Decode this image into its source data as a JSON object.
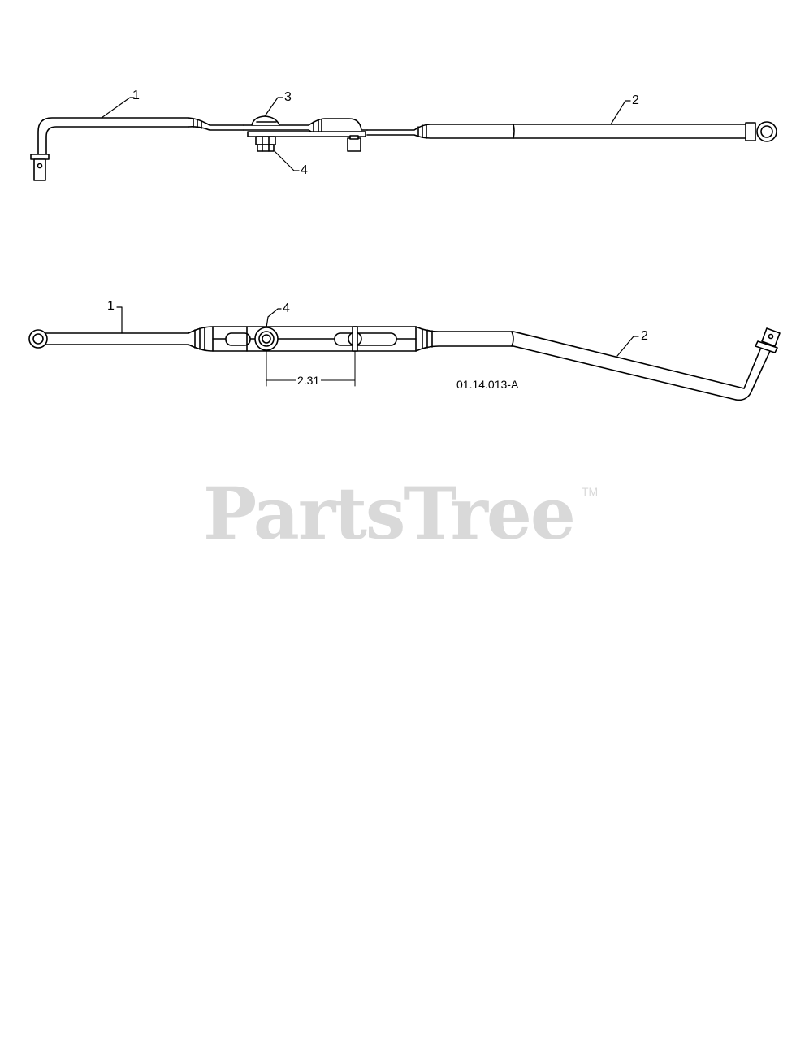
{
  "top_view": {
    "callout_1": "1",
    "callout_2": "2",
    "callout_3": "3",
    "callout_4": "4"
  },
  "side_view": {
    "callout_1": "1",
    "callout_2": "2",
    "callout_4": "4",
    "dimension": "2.31"
  },
  "drawing_number": "01.14.013-A",
  "watermark": {
    "text": "PartsTree",
    "trademark": "TM"
  },
  "colors": {
    "line": "#000000",
    "watermark": "#d9d9d9",
    "background": "#ffffff"
  }
}
